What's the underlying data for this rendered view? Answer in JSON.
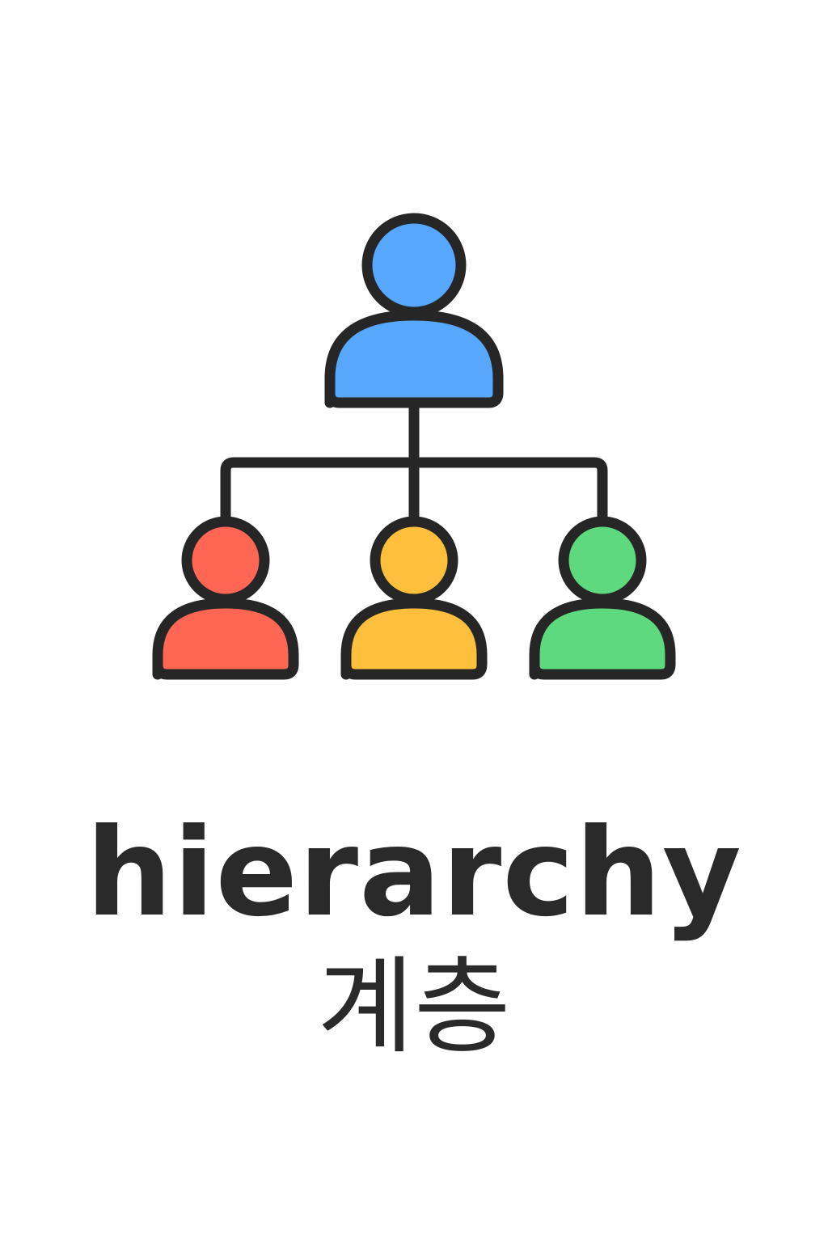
{
  "icon": {
    "name": "hierarchy-icon",
    "outline_color": "#262626",
    "people": [
      {
        "role": "top",
        "name": "person-blue-icon",
        "color": "#57A7FF"
      },
      {
        "role": "child-left",
        "name": "person-red-icon",
        "color": "#FF6653"
      },
      {
        "role": "child-middle",
        "name": "person-yellow-icon",
        "color": "#FDBF3C"
      },
      {
        "role": "child-right",
        "name": "person-green-icon",
        "color": "#5FD97D"
      }
    ]
  },
  "label": {
    "english": "hierarchy",
    "korean": "계층"
  }
}
